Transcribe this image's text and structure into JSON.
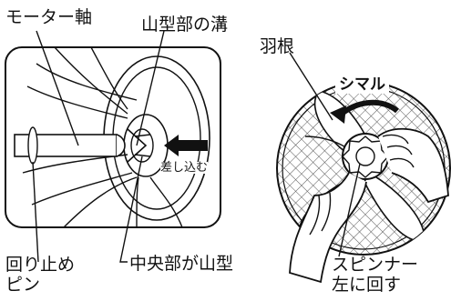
{
  "labels": {
    "motor_shaft": "モーター軸",
    "groove": "山型部の溝",
    "blade": "羽根",
    "insert": "差し込む",
    "stop_pin": "回り止め\nピン",
    "center": "中央部が山型",
    "spinner": "スピンナー\n左に回す",
    "tighten": "シマル"
  },
  "colors": {
    "line": "#111111",
    "mesh": "#555555",
    "bg": "#ffffff"
  }
}
